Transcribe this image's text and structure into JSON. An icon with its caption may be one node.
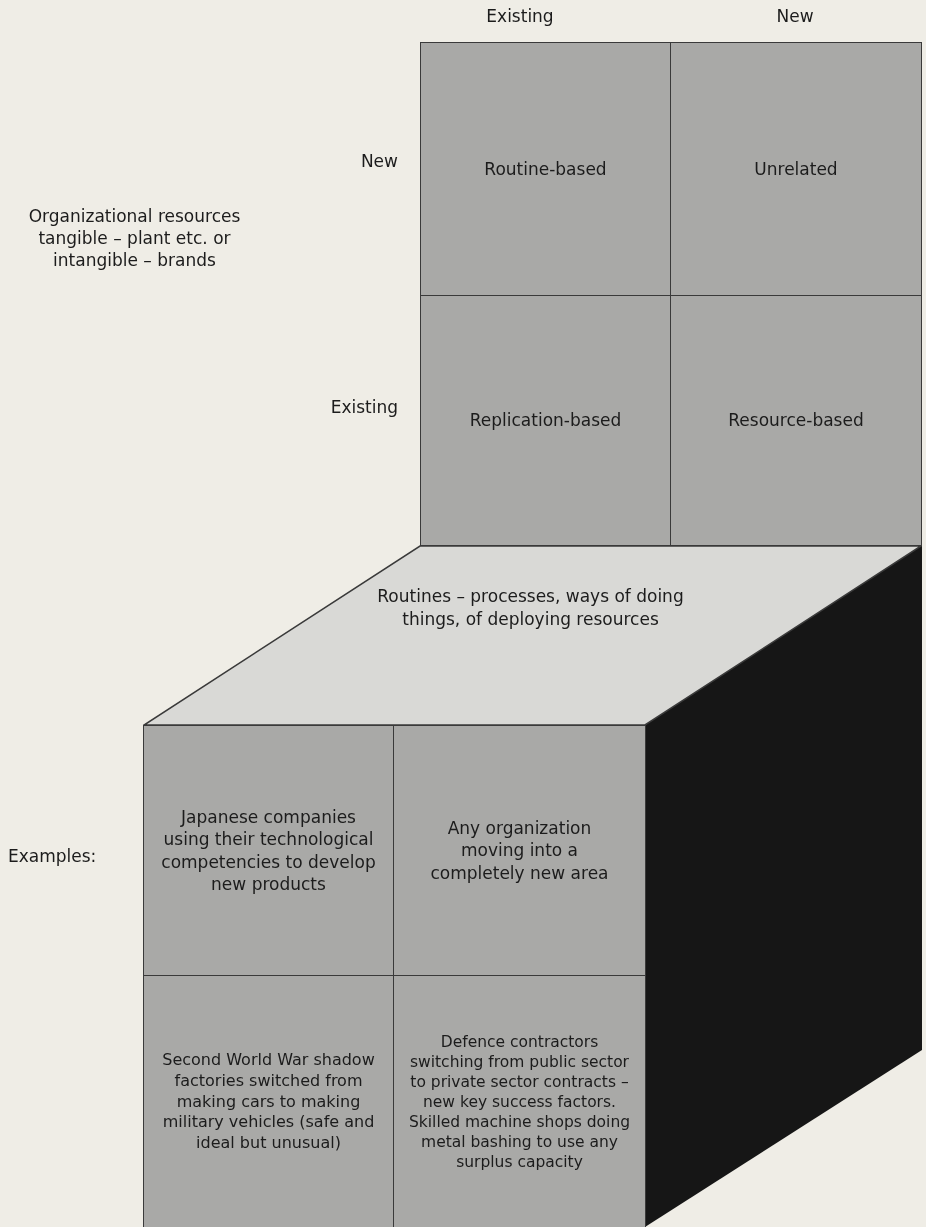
{
  "diagram": {
    "nodes": [
      {
        "text": [
          "Routine-based"
        ]
      },
      {
        "text": [
          "Unrelated"
        ]
      },
      {
        "text": [
          "Replication-based"
        ]
      },
      {
        "text": [
          "Resource-based"
        ]
      },
      {
        "text": [
          "Routines – processes, ways of doing things, of deploying resources"
        ]
      },
      {
        "text": [
          "Japanese companies using their technological competencies to develop new products"
        ]
      },
      {
        "text": [
          "Any organization moving into a completely new area"
        ]
      },
      {
        "text": [
          "Second World War shadow factories switched from making cars to making military vehicles (safe and ideal but unusual)"
        ]
      },
      {
        "text": [
          "Defence contractors switching from public sector to private sector contracts – new key success factors. Skilled machine shops doing metal bashing to use any surplus capacity"
        ]
      },
      {
        "text": [],
        "shape": "box"
      }
    ],
    "labels": [
      "Existing",
      "New",
      "New",
      "Organizational resources tangible – plant etc. or intangible – brands",
      "Existing",
      "Examples:"
    ]
  }
}
